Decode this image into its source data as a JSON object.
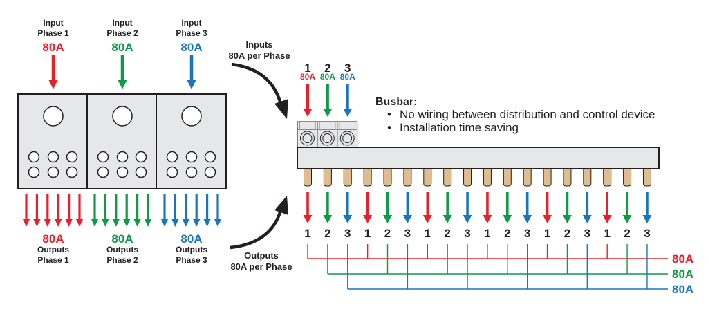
{
  "colors": {
    "phase1": "#e8202a",
    "phase2": "#0f9a48",
    "phase3": "#1b75bc",
    "pin": "#e0bd8e",
    "panel": "#e6e7e8",
    "outline": "#231f20"
  },
  "left_device": {
    "inputs": [
      {
        "line1": "Input",
        "line2": "Phase 1",
        "current": "80A",
        "phase": 1
      },
      {
        "line1": "Input",
        "line2": "Phase 2",
        "current": "80A",
        "phase": 2
      },
      {
        "line1": "Input",
        "line2": "Phase 3",
        "current": "80A",
        "phase": 3
      }
    ],
    "outputs": [
      {
        "current": "80A",
        "line1": "Outputs",
        "line2": "Phase 1",
        "phase": 1,
        "arrow_count": 6
      },
      {
        "current": "80A",
        "line1": "Outputs",
        "line2": "Phase 2",
        "phase": 2,
        "arrow_count": 6
      },
      {
        "current": "80A",
        "line1": "Outputs",
        "line2": "Phase 3",
        "phase": 3,
        "arrow_count": 6
      }
    ]
  },
  "inputs_callout": {
    "line1": "Inputs",
    "line2": "80A per Phase"
  },
  "outputs_callout": {
    "line1": "Outputs",
    "line2": "80A per Phase"
  },
  "busbar": {
    "title": "Busbar:",
    "bullets": [
      "No wiring between distribution and control device",
      "Installation time saving"
    ],
    "bullet_glyph": "•",
    "inputs": [
      {
        "number": "1",
        "current": "80A",
        "phase": 1
      },
      {
        "number": "2",
        "current": "80A",
        "phase": 2
      },
      {
        "number": "3",
        "current": "80A",
        "phase": 3
      }
    ],
    "outputs": [
      "1",
      "2",
      "3",
      "1",
      "2",
      "3",
      "1",
      "2",
      "3",
      "1",
      "2",
      "3",
      "1",
      "2",
      "3",
      "1",
      "2",
      "3"
    ],
    "totals": [
      {
        "phase": 1,
        "current": "80A"
      },
      {
        "phase": 2,
        "current": "80A"
      },
      {
        "phase": 3,
        "current": "80A"
      }
    ]
  }
}
